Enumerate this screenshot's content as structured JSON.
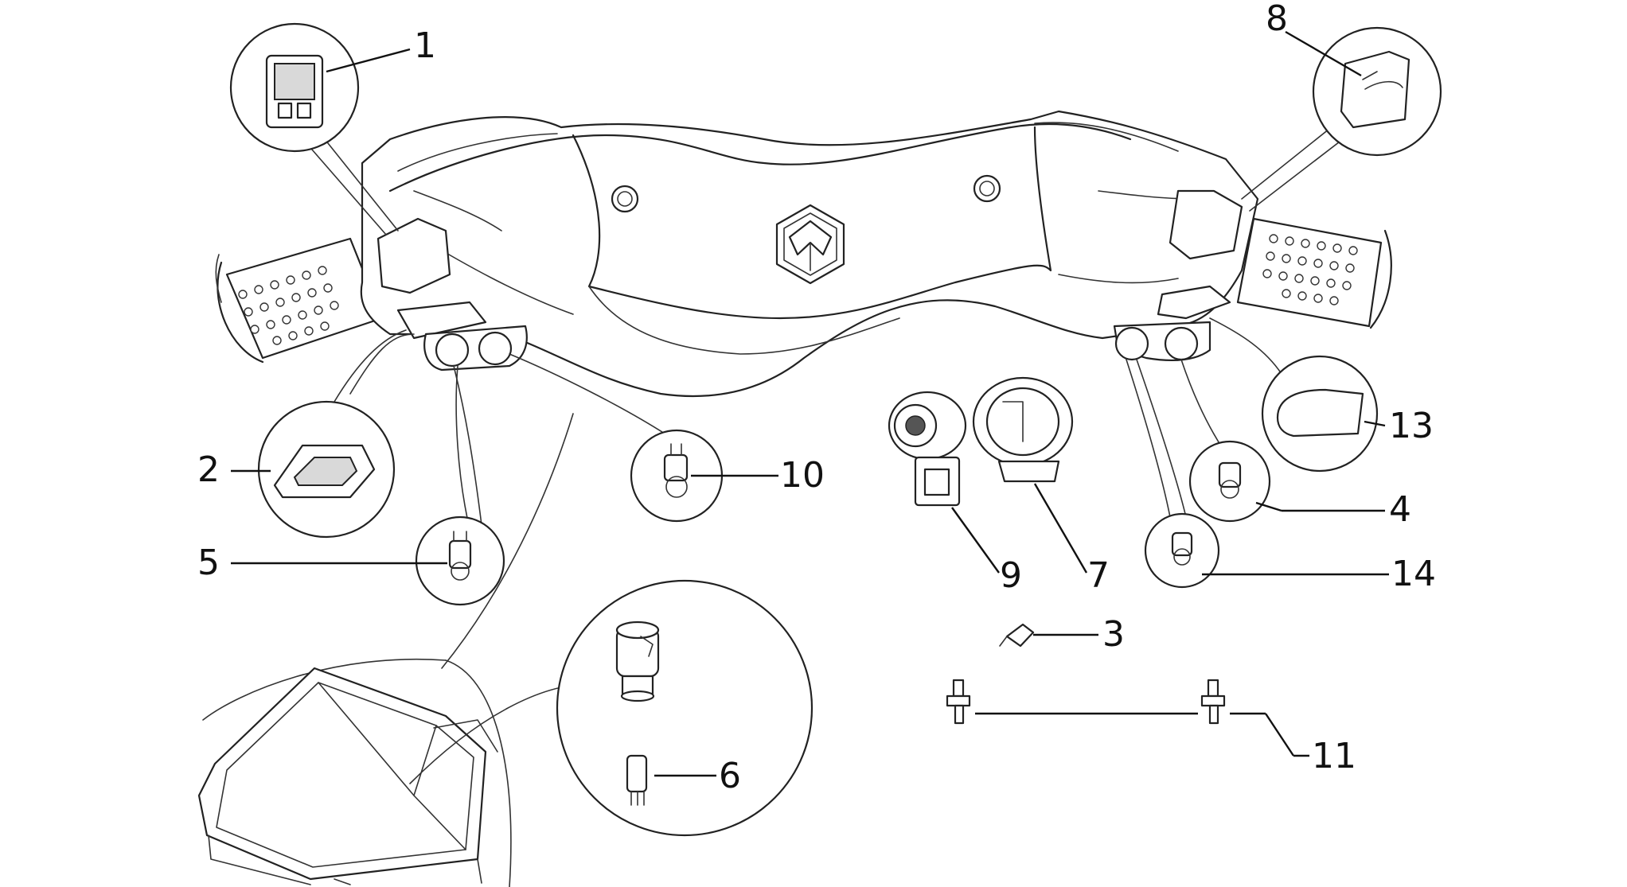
{
  "diagram": {
    "labels": {
      "l1": "1",
      "l2": "2",
      "l3": "3",
      "l4": "4",
      "l5": "5",
      "l6": "6",
      "l7": "7",
      "l8": "8",
      "l9": "9",
      "l10": "10",
      "l11": "11",
      "l13": "13",
      "l14": "14"
    }
  }
}
